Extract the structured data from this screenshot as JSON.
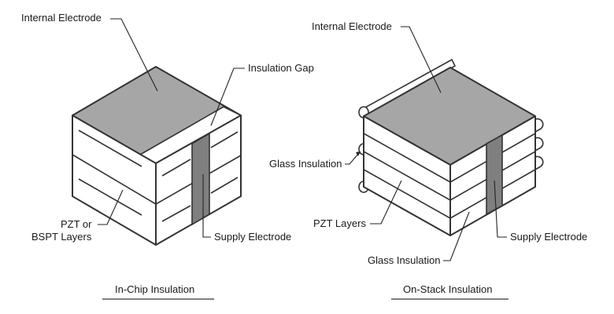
{
  "left_diagram": {
    "label_internal_electrode": "Internal Electrode",
    "label_insulation_gap": "Insulation Gap",
    "label_pzt_line1": "PZT or",
    "label_pzt_line2": "BSPT Layers",
    "label_supply_electrode": "Supply Electrode",
    "caption": "In-Chip Insulation"
  },
  "right_diagram": {
    "label_internal_electrode": "Internal Electrode",
    "label_glass_insulation_side": "Glass Insulation",
    "label_pzt_layers": "PZT Layers",
    "label_glass_insulation_bottom": "Glass Insulation",
    "label_supply_electrode": "Supply Electrode",
    "caption": "On-Stack Insulation"
  },
  "colors": {
    "top_face": "#a6a6a6",
    "supply_electrode": "#7f7f7f",
    "outline": "#333333"
  }
}
